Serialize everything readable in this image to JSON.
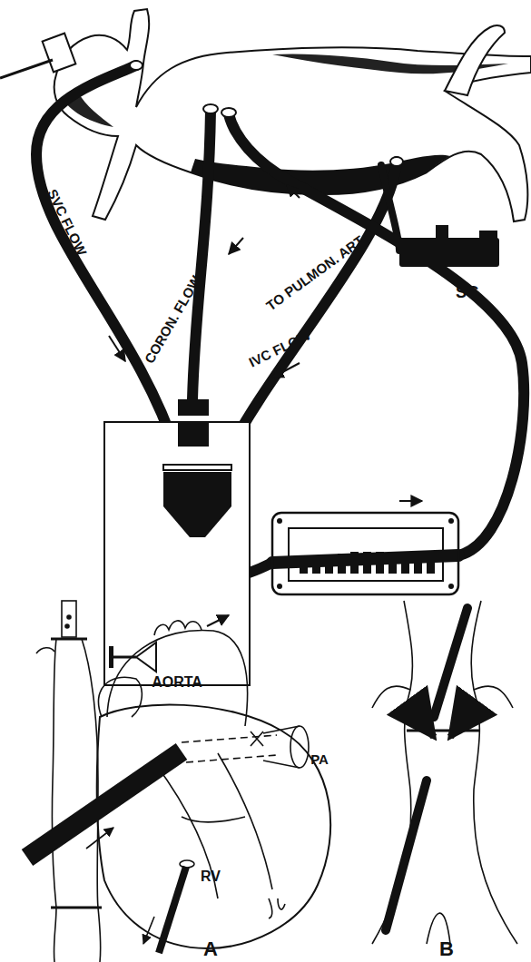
{
  "diagram": {
    "labels": [
      "SVC FLOW",
      "CORON. FLOW",
      "IVC FLOW",
      "TO PULMON. ART.",
      "SG",
      "AORTA",
      "PA",
      "RV",
      "A",
      "B"
    ]
  }
}
